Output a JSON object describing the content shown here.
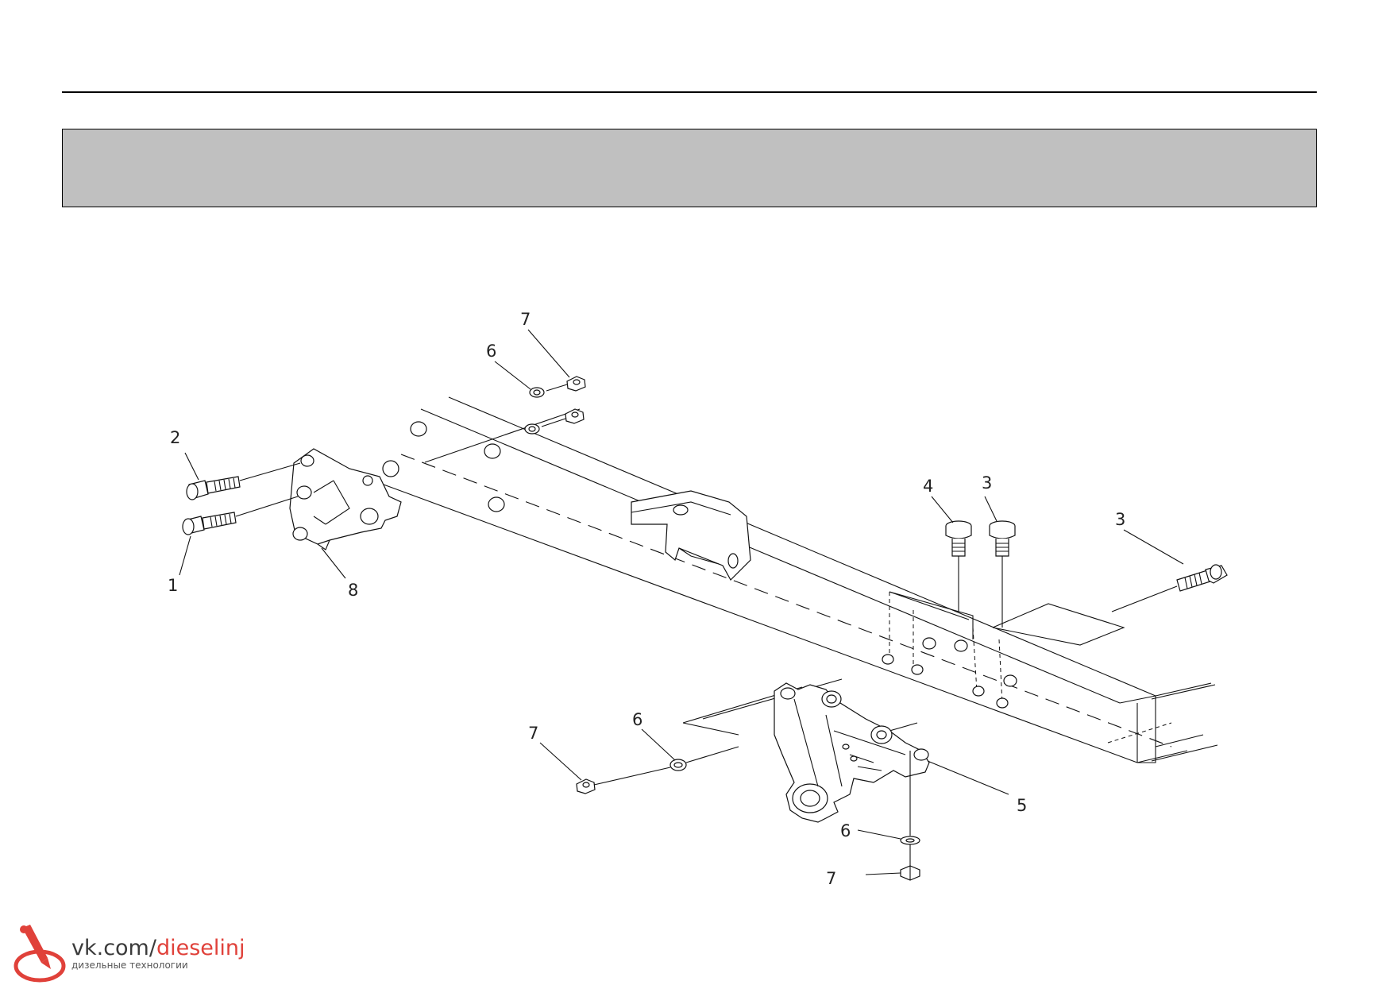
{
  "callouts": {
    "c1": "1",
    "c2": "2",
    "c3a": "3",
    "c3b": "3",
    "c4": "4",
    "c5": "5",
    "c6a": "6",
    "c6b": "6",
    "c6c": "6",
    "c7a": "7",
    "c7b": "7",
    "c7c": "7",
    "c8": "8"
  },
  "watermark": {
    "url_prefix": "vk.com/",
    "url_accent": "dieselinj",
    "subtitle": "дизельные технологии"
  },
  "colors": {
    "header_band": "#c0c0c0",
    "line": "#111111",
    "watermark_accent": "#e0413a"
  }
}
